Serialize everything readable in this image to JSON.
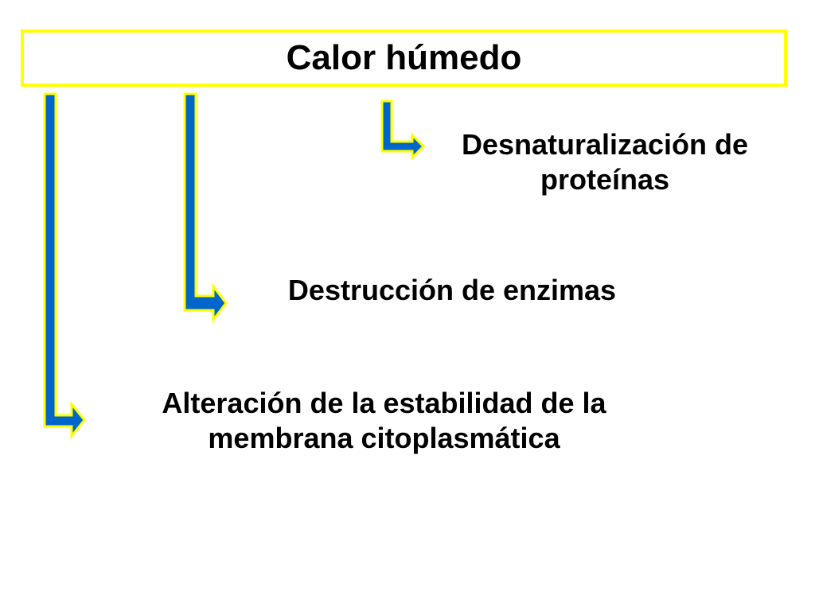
{
  "diagram": {
    "title": "Calor húmedo",
    "items": [
      {
        "lines": [
          "Desnaturalización de",
          "proteínas"
        ]
      },
      {
        "lines": [
          "Destrucción de enzimas"
        ]
      },
      {
        "lines": [
          "Alteración de la estabilidad de la",
          "membrana citoplasmática"
        ]
      }
    ]
  },
  "colors": {
    "arrow_fill": "#0066cc",
    "arrow_outline": "#ffff00",
    "title_border": "#ffff00",
    "text": "#000000",
    "background": "#ffffff"
  }
}
